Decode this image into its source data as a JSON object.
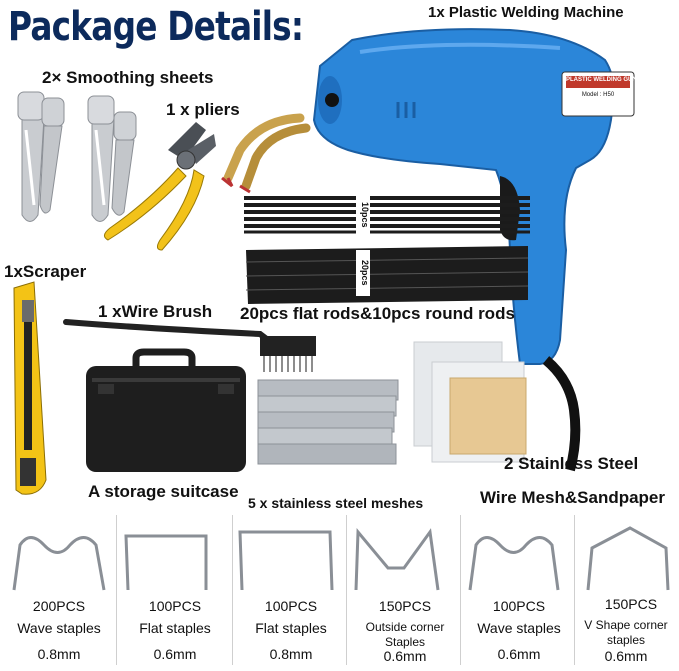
{
  "title": "Package Details:",
  "labels": {
    "machine": "1x Plastic Welding Machine",
    "smoothing": "2× Smoothing sheets",
    "pliers": "1 x pliers",
    "scraper": "1xScraper",
    "wire_brush": "1 xWire Brush",
    "rods": "20pcs flat rods&10pcs round rods",
    "suitcase": "A storage suitcase",
    "meshes": "5 x stainless steel meshes",
    "stainless_line1": "2 Stainless Steel",
    "stainless_line2": "Wire Mesh&Sandpaper"
  },
  "rod_tags": {
    "round": "10pcs",
    "flat": "20pcs"
  },
  "gun_plate": {
    "title": "PLASTIC WELDING GUN",
    "model": "Model : H50"
  },
  "staples": [
    {
      "qty": "200PCS",
      "name": "Wave staples",
      "size": "0.8mm"
    },
    {
      "qty": "100PCS",
      "name": "Flat staples",
      "size": "0.6mm"
    },
    {
      "qty": "100PCS",
      "name": "Flat staples",
      "size": "0.8mm"
    },
    {
      "qty": "150PCS",
      "name": "Outside corner Staples",
      "size": "0.6mm"
    },
    {
      "qty": "100PCS",
      "name": "Wave staples",
      "size": "0.6mm"
    },
    {
      "qty": "150PCS",
      "name": "V Shape corner staples",
      "size": "0.6mm"
    }
  ],
  "colors": {
    "title": "#0c2a5c",
    "gun_blue": "#2b86d9",
    "pliers_yellow": "#f2c21a",
    "scraper_yellow": "#f3c316",
    "rods": "#1c1c1c",
    "case": "#1e1e1e",
    "sandpaper": "#e7c893"
  }
}
